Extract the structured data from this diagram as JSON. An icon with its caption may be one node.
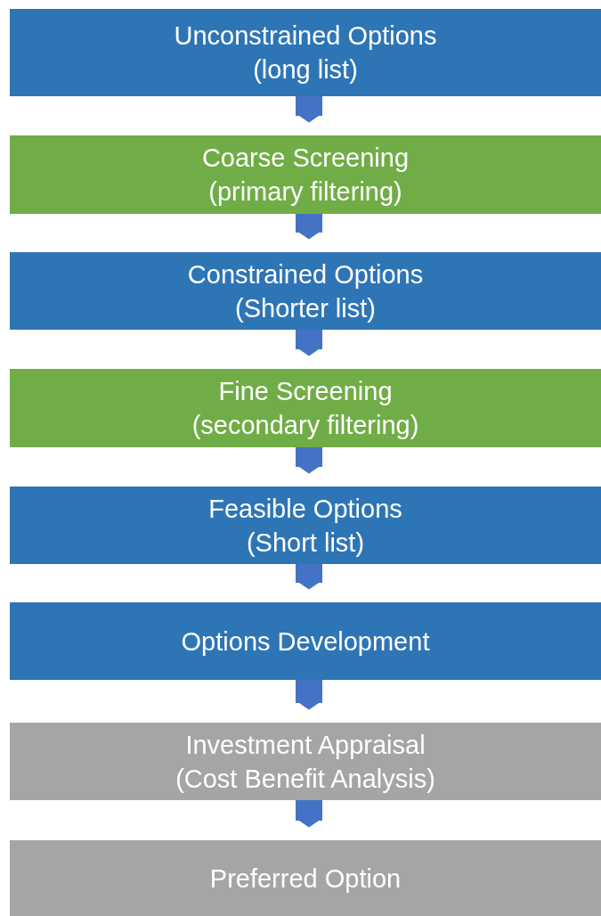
{
  "diagram": {
    "nodes": [
      {
        "text": [
          "Unconstrained Options",
          "(long list)"
        ]
      },
      {
        "text": [
          "Coarse Screening",
          "(primary filtering)"
        ]
      },
      {
        "text": [
          "Constrained Options",
          "(Shorter list)"
        ]
      },
      {
        "text": [
          "Fine Screening",
          "(secondary filtering)"
        ]
      },
      {
        "text": [
          "Feasible Options",
          "(Short list)"
        ]
      },
      {
        "text": [
          "Options Development"
        ]
      },
      {
        "text": [
          "Investment Appraisal",
          "(Cost Benefit Analysis)"
        ]
      },
      {
        "text": [
          "Preferred Option"
        ]
      }
    ],
    "edges": [
      {
        "from": 0,
        "to": 1,
        "arrow": "to"
      },
      {
        "from": 1,
        "to": 2,
        "arrow": "to"
      },
      {
        "from": 2,
        "to": 3,
        "arrow": "to"
      },
      {
        "from": 3,
        "to": 4,
        "arrow": "to"
      },
      {
        "from": 4,
        "to": 5,
        "arrow": "to"
      },
      {
        "from": 5,
        "to": 6,
        "arrow": "to"
      },
      {
        "from": 6,
        "to": 7,
        "arrow": "to"
      }
    ]
  }
}
